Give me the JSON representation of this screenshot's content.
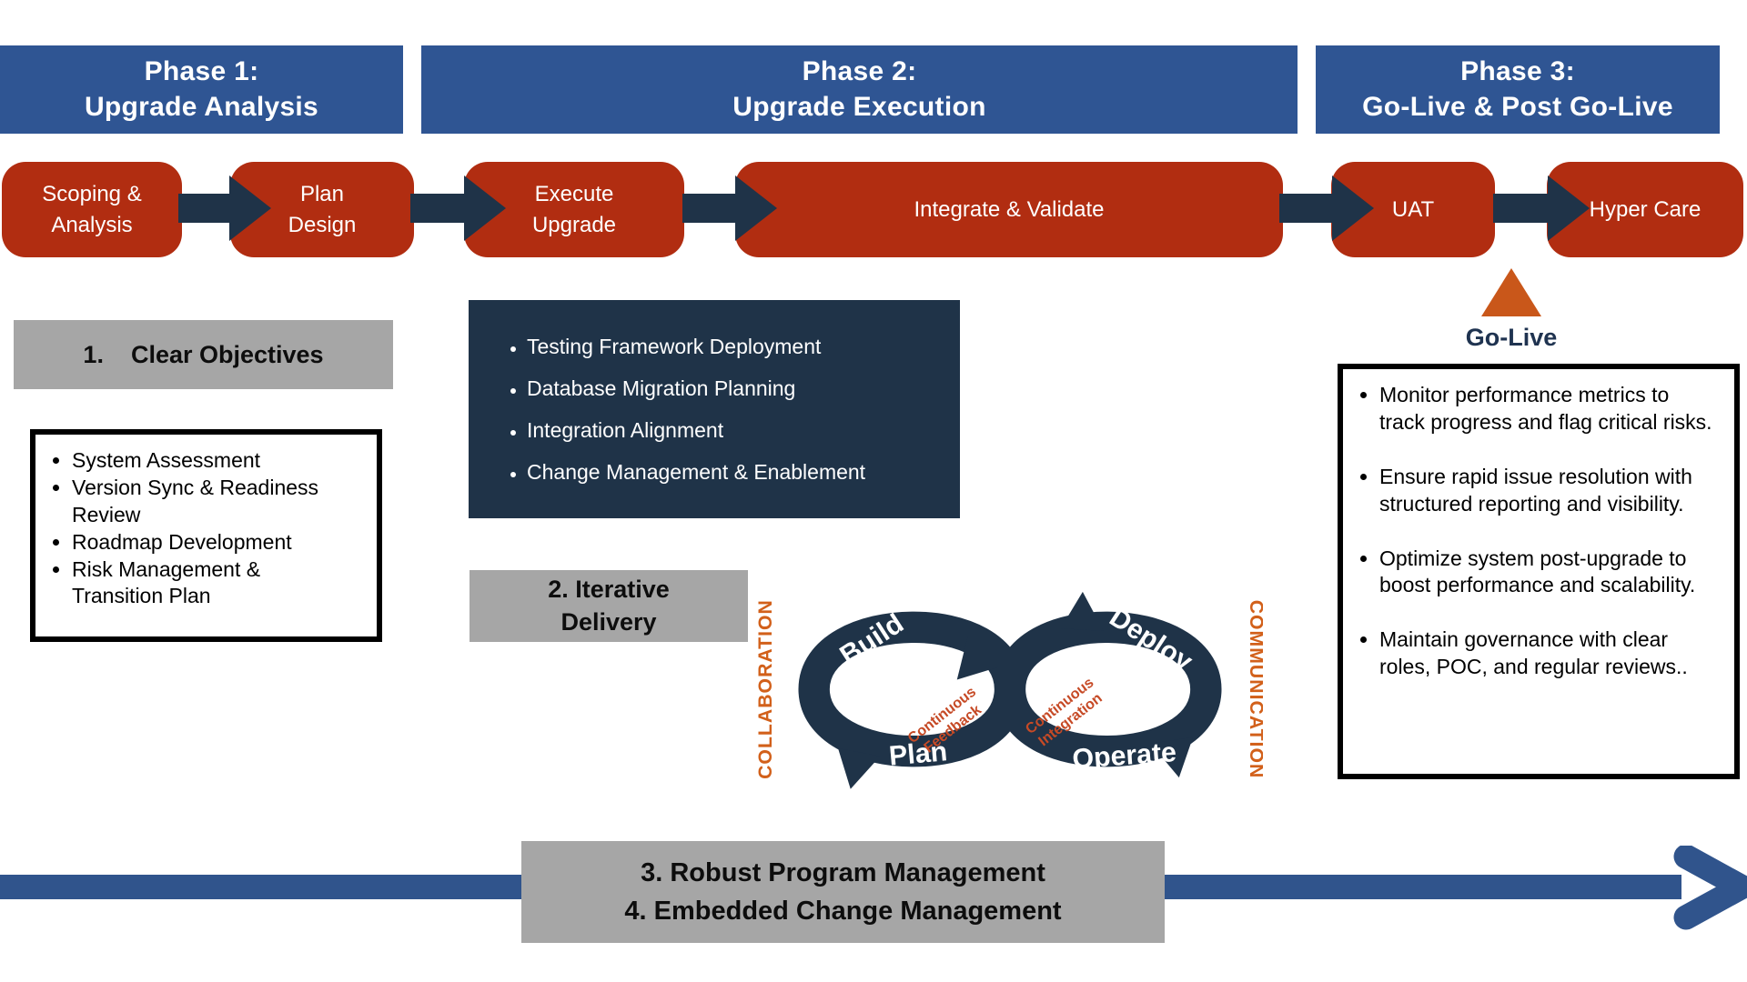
{
  "colors": {
    "header_blue": "#2F5593",
    "step_red": "#B12D11",
    "navy": "#1F3348",
    "gray": "#A6A6A6",
    "golive_orange": "#C9571A",
    "loop_text_orange": "#C64A26",
    "bottom_arrow_blue": "#30548C"
  },
  "phases": [
    {
      "line1": "Phase 1:",
      "line2": "Upgrade Analysis"
    },
    {
      "line1": "Phase 2:",
      "line2": "Upgrade Execution"
    },
    {
      "line1": "Phase 3:",
      "line2": "Go-Live & Post Go-Live"
    }
  ],
  "process_steps": [
    "Scoping & Analysis",
    "Plan Design",
    "Execute Upgrade",
    "Integrate & Validate",
    "UAT",
    "Hyper Care"
  ],
  "phase1": {
    "objective": {
      "number": "1.",
      "text": "Clear Objectives"
    },
    "bullets": [
      "System Assessment",
      "Version Sync &  Readiness Review",
      "Roadmap Development",
      "Risk Management & Transition Plan"
    ]
  },
  "phase2": {
    "bullets": [
      "Testing Framework Deployment",
      "Database Migration Planning",
      "Integration Alignment",
      "Change Management & Enablement"
    ],
    "iterative": {
      "line1": "2. Iterative",
      "line2": "Delivery"
    }
  },
  "devops_loop": {
    "top_left": "Build",
    "bottom_left": "Plan",
    "top_right": "Deploy",
    "bottom_right": "Operate",
    "left_side": "COLLABORATION",
    "right_side": "COMMUNICATION",
    "center_left": {
      "line1": "Continuous",
      "line2": "Feedback"
    },
    "center_right": {
      "line1": "Continuous",
      "line2": "Integration"
    }
  },
  "phase3": {
    "golive": "Go-Live",
    "bullets": [
      "Monitor performance metrics to track progress and flag critical risks.",
      "Ensure rapid issue resolution with structured reporting and visibility.",
      "Optimize system post-upgrade to boost performance and scalability.",
      "Maintain governance with clear roles, POC, and regular reviews.."
    ]
  },
  "bottom": {
    "line1": "3. Robust Program Management",
    "line2": "4. Embedded Change Management"
  }
}
